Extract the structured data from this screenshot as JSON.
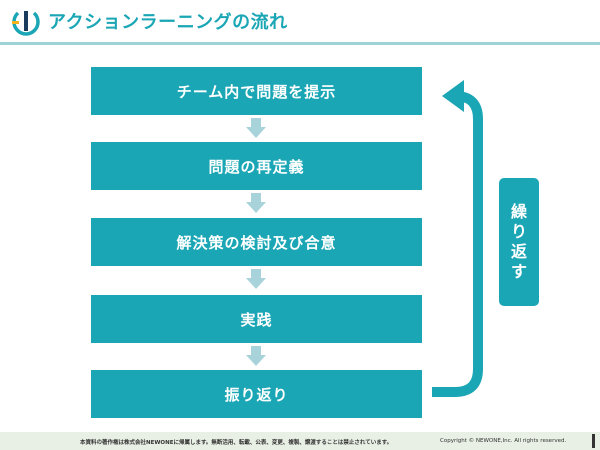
{
  "header": {
    "title": "アクションラーニングの流れ"
  },
  "steps": [
    "チーム内で問題を提示",
    "問題の再定義",
    "解決策の検討及び合意",
    "実践",
    "振り返り"
  ],
  "loop_label": [
    "繰",
    "り",
    "返",
    "す"
  ],
  "footer": {
    "notice": "本資料の著作権は株式会社NEWONEに帰属します。無断活用、転載、公表、変更、複製、譲渡することは禁止されています。",
    "copyright": "Copyright © NEWONE,Inc. All rights reserved."
  },
  "colors": {
    "accent": "#1aa6b5",
    "arrow": "#a9d3db",
    "footer_bg": "#e8efe4",
    "rule": "#9fd2d6"
  }
}
